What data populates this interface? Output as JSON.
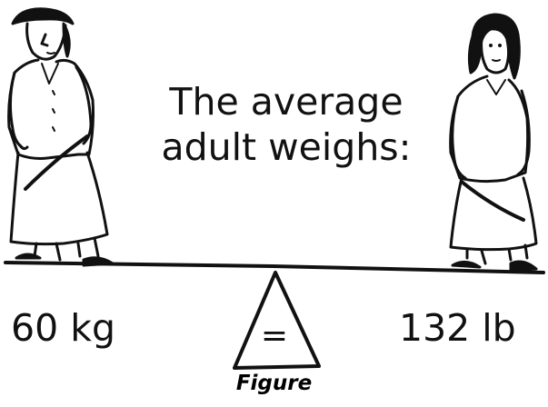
{
  "heading": {
    "line1": "The average",
    "line2": "adult weighs:"
  },
  "left_weight": "60 kg",
  "right_weight": "132 lb",
  "equals_sign": "=",
  "caption": "Figure",
  "colors": {
    "ink": "#111111",
    "background": "#ffffff"
  },
  "icons": {
    "left_figure": "woman-figure-icon",
    "right_figure": "woman-figure-icon",
    "fulcrum": "fulcrum-triangle-icon"
  }
}
